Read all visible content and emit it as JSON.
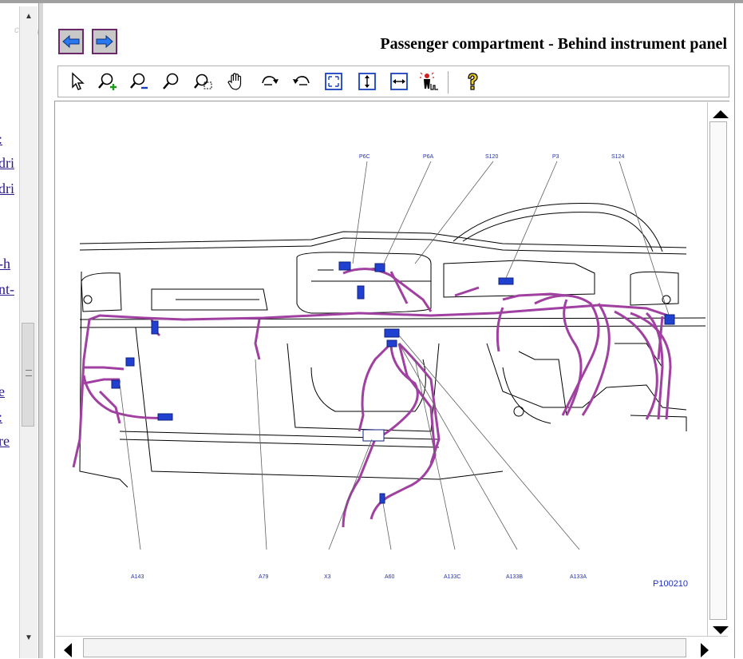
{
  "left_pane": {
    "links": [
      ":",
      "dri",
      "dri",
      "-h",
      "nt-",
      "e",
      ":",
      "re"
    ]
  },
  "watermark": "clubopel.com",
  "nav": {
    "back_icon": "arrow-left-icon",
    "forward_icon": "arrow-right-icon"
  },
  "title": "Passenger compartment - Behind instrument panel",
  "toolbar": {
    "tools": [
      "select-arrow-icon",
      "zoom-in-icon",
      "zoom-out-icon",
      "zoom-icon",
      "zoom-window-icon",
      "pan-hand-icon",
      "rotate-cw-icon",
      "rotate-ccw-icon",
      "fit-window-icon",
      "fit-height-icon",
      "fit-width-icon",
      "highlight-icon",
      "help-icon"
    ]
  },
  "diagram": {
    "top_labels": [
      "P6C",
      "P6A",
      "S120",
      "P3",
      "S124"
    ],
    "bottom_labels": [
      "A143",
      "A79",
      "X3",
      "A60",
      "A133C",
      "A133B",
      "A133A"
    ],
    "reference": "P100210",
    "colors": {
      "wire": "#a040a0",
      "connector": "#1a30c0",
      "line": "#000000"
    }
  }
}
